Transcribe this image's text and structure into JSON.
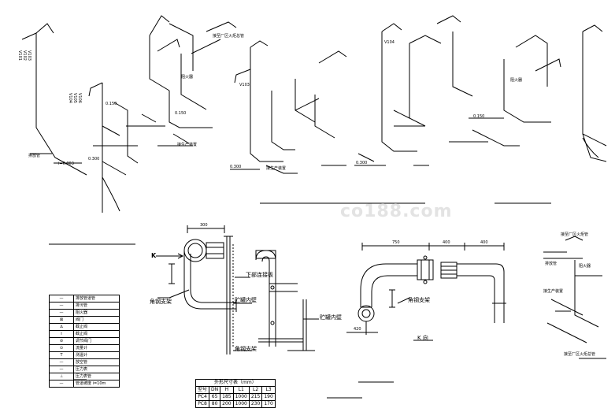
{
  "header": {},
  "watermark": {
    "text": "co188.com"
  },
  "isometric": {
    "v1_labels": [
      "V101",
      "V102",
      "V103"
    ],
    "v2_labels": [
      "V104",
      "V105",
      "V106"
    ],
    "v3_label": "V103",
    "v4_label": "V104",
    "elev": [
      "0.150",
      "0.300",
      "0.150",
      "0.300",
      "0.150",
      "0.300"
    ],
    "slope": "i=0.003",
    "small_notes": [
      "接生产装置",
      "阻火器",
      "排放管",
      "接至厂区火炬总管",
      "接生产装置",
      "阻火器"
    ]
  },
  "section": {
    "dim_top": "300",
    "labels": {
      "angle_support_1": "角钢支架",
      "reinforce_plate": "下部连接板",
      "tank_inner_1": "贮罐内壁",
      "angle_support_2": "角钢支架",
      "tank_inner_2": "贮罐内壁"
    },
    "arrow_mark": "K"
  },
  "elbow_view": {
    "dims": [
      "750",
      "400",
      "400"
    ],
    "label": "角钢支架",
    "view_mark": "K 向",
    "side_dim": "420"
  },
  "small_detail": {
    "labels": [
      "接至厂区火炬管",
      "排放管",
      "阻火器",
      "接生产装置",
      "接至厂区火炬总管"
    ]
  },
  "legend": {
    "rows": [
      {
        "sym": "—",
        "desc": "排放管道管"
      },
      {
        "sym": "—",
        "desc": "排污管"
      },
      {
        "sym": "—",
        "desc": "阻火器"
      },
      {
        "sym": "⊠",
        "desc": "阀门"
      },
      {
        "sym": "∆",
        "desc": "截止阀"
      },
      {
        "sym": "Ⅰ",
        "desc": "截止阀"
      },
      {
        "sym": "⊘",
        "desc": "调节阀门"
      },
      {
        "sym": "⊙",
        "desc": "流量计"
      },
      {
        "sym": "T",
        "desc": "测温计"
      },
      {
        "sym": "—",
        "desc": "放空管"
      },
      {
        "sym": "—",
        "desc": "压力表"
      },
      {
        "sym": "⊥",
        "desc": "压力表管"
      },
      {
        "sym": "—",
        "desc": "管道坡度 i=10m"
      }
    ]
  },
  "dims_table": {
    "title": "外形尺寸表（mm）",
    "header": [
      "型号",
      "DN",
      "H",
      "L1",
      "L2",
      "L3"
    ],
    "rows": [
      [
        "PC4",
        "65",
        "185",
        "1000",
        "215",
        "190"
      ],
      [
        "PC8",
        "80",
        "200",
        "1000",
        "230",
        "170"
      ]
    ]
  }
}
